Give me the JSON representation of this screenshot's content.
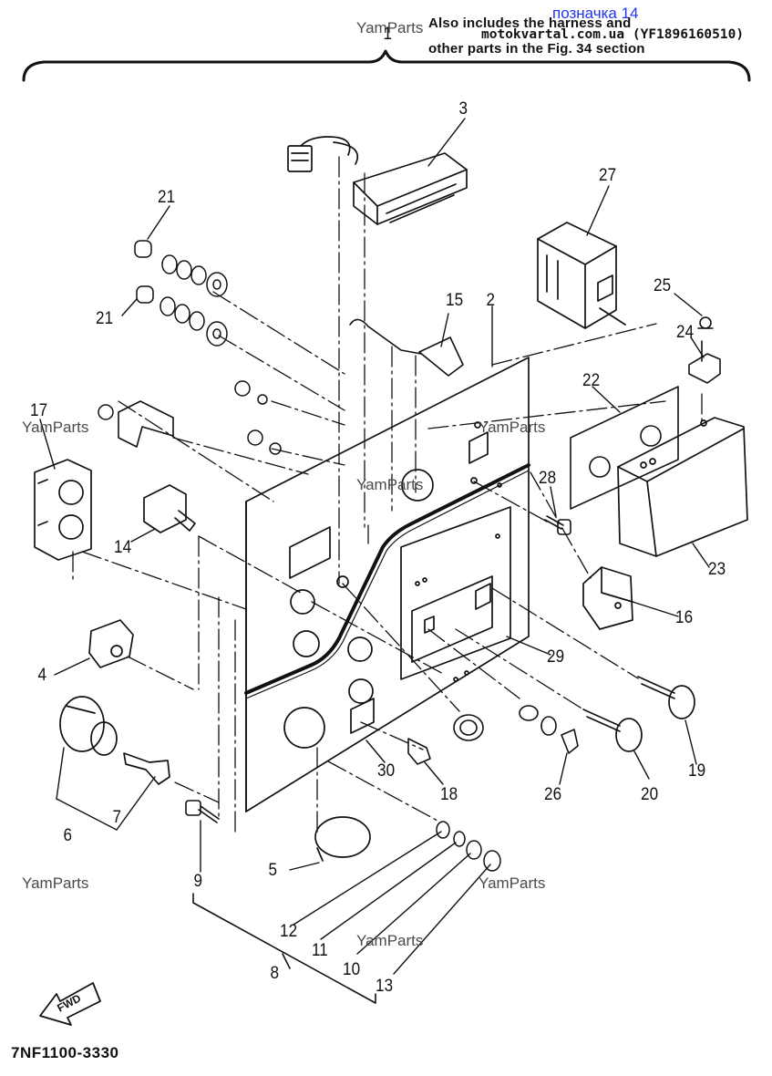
{
  "header": {
    "label_blue": "позначка 14",
    "note_line1": "Also includes the harness and",
    "site_line": "motokvartal.com.ua (YF1896160510)",
    "note_line2": "other parts in the Fig. 34 section"
  },
  "watermark": "YamParts",
  "part_labels": {
    "p1": "1",
    "p2": "2",
    "p3": "3",
    "p4": "4",
    "p5": "5",
    "p6": "6",
    "p7": "7",
    "p8": "8",
    "p9": "9",
    "p10": "10",
    "p11": "11",
    "p12": "12",
    "p13": "13",
    "p14": "14",
    "p15": "15",
    "p16": "16",
    "p17": "17",
    "p18": "18",
    "p19": "19",
    "p20": "20",
    "p21a": "21",
    "p21b": "21",
    "p22": "22",
    "p23": "23",
    "p24": "24",
    "p25": "25",
    "p26": "26",
    "p27": "27",
    "p28": "28",
    "p29": "29",
    "p30": "30"
  },
  "fwd_label": "FWD",
  "diagram_code": "7NF1100-3330"
}
